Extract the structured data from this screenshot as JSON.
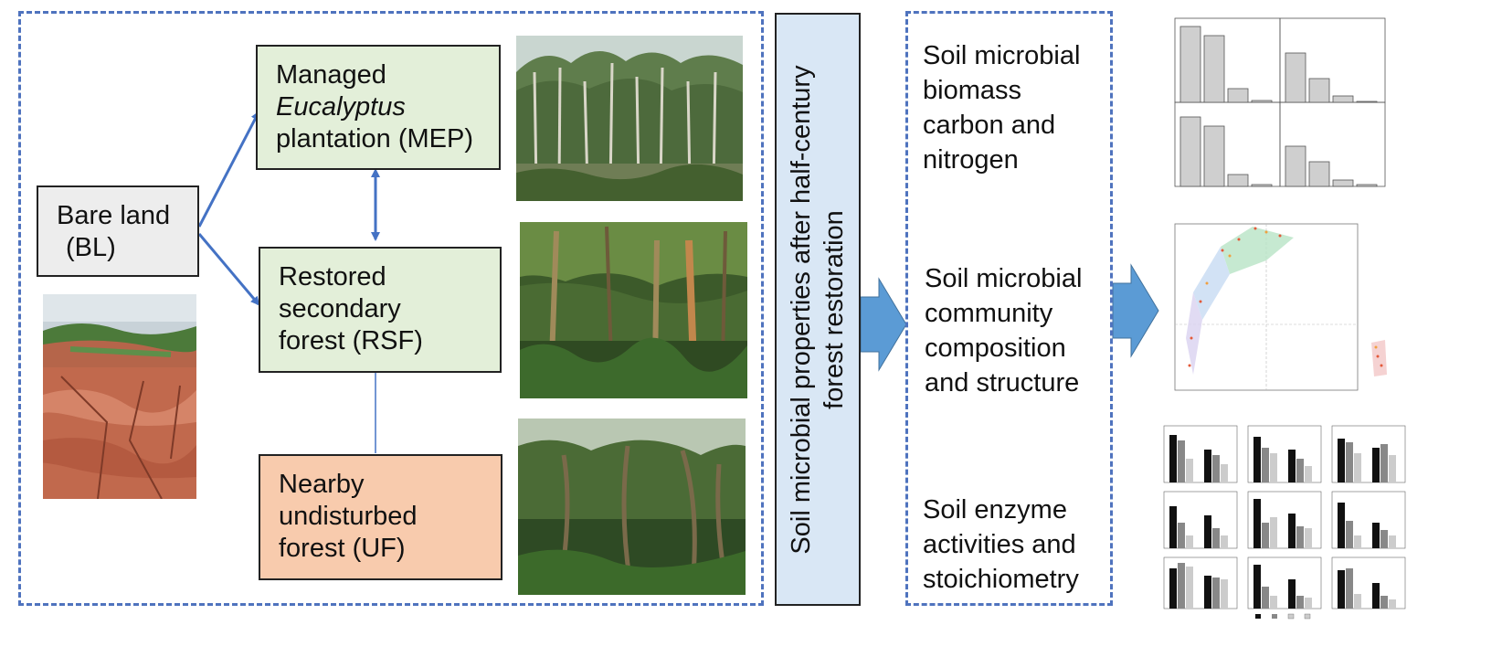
{
  "boxes": {
    "mep": {
      "line1": "Managed",
      "line2": "Eucalyptus",
      "line3": "plantation (MEP)"
    },
    "rsf": {
      "line1": "Restored",
      "line2": "secondary",
      "line3": "forest (RSF)"
    },
    "uf": {
      "line1": "Nearby",
      "line2": "undisturbed",
      "line3": "forest (UF)"
    },
    "bl": {
      "line1": "Bare land",
      "line2": "(BL)"
    }
  },
  "band": {
    "line1": "Soil microbial properties after half-century",
    "line2": "forest restoration"
  },
  "outcomes": {
    "o1": {
      "line1": "Soil microbial",
      "line2": "biomass",
      "line3": "carbon and",
      "line4": "nitrogen"
    },
    "o2": {
      "line1": "Soil microbial",
      "line2": "community",
      "line3": "composition",
      "line4": "and structure"
    },
    "o3": {
      "line1": "Soil enzyme",
      "line2": "activities and",
      "line3": "stoichiometry"
    }
  },
  "colors": {
    "dash": "#4f73be",
    "arrow": "#4472c4",
    "bigArrow": "#5b9bd5"
  },
  "icons": {
    "photo_mep": "eucalyptus-plantation-photo",
    "photo_rsf": "secondary-forest-photo",
    "photo_uf": "undisturbed-forest-photo",
    "photo_bl": "eroded-bare-land-photo"
  }
}
